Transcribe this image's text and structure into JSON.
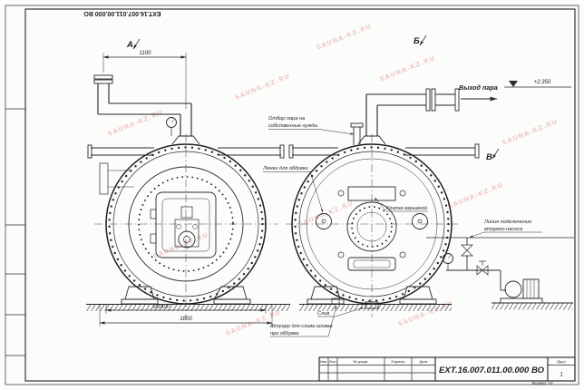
{
  "sheet": {
    "top_code": "ЕХТ.16.007.011.00.000 ВО",
    "watermark": "SAUNA-KZ.RU"
  },
  "labels": {
    "steam_outlet": "Выход пара",
    "level_mark": "+2,350",
    "steam_tap_line1": "Отбор пара на",
    "steam_tap_line2": "собственные нужды",
    "blow_hatches": "Лючки для обдувки",
    "explosion_valve": "Клапан взрывной",
    "pump_line1": "Линия подключения",
    "pump_line2": "второго насоса",
    "sludge_line1": "Штуцер для слива шлама",
    "sludge_line2": "при обдувке",
    "drain": "Слив"
  },
  "sections": {
    "a": "А",
    "b": "Б",
    "v": "В"
  },
  "dimensions": {
    "pipe_height": "1100",
    "shell_diameter": "Ø1600",
    "support_span": "1800"
  },
  "title_block": {
    "code": "ЕХТ.16.007.011.00.000 ВО",
    "col_izm": "Изм.",
    "col_list": "Лист",
    "col_doc": "№ докум.",
    "col_sign": "Подпись",
    "col_date": "Дата",
    "sheet_label": "Лист",
    "sheet_no": "1",
    "format": "Формат А3"
  }
}
